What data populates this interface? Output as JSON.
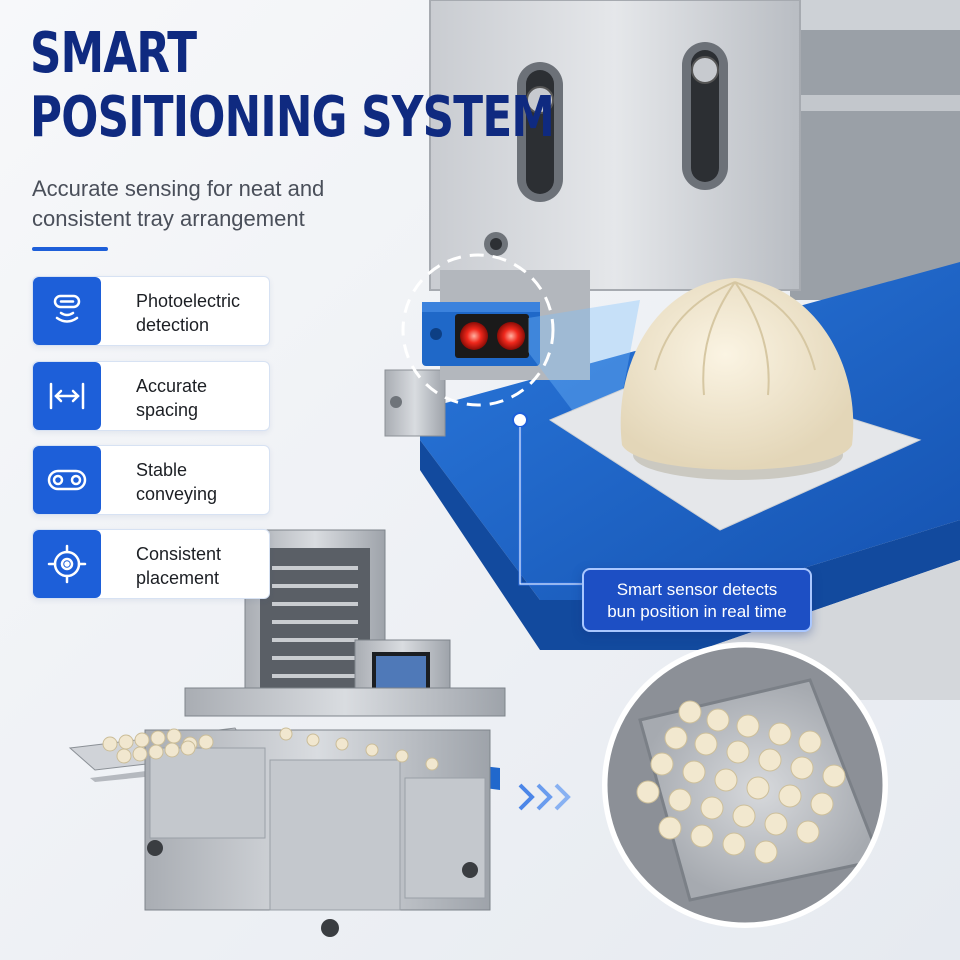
{
  "heading": {
    "line1": "SMART",
    "line2": "POSITIONING SYSTEM",
    "subtitle": "Accurate sensing for neat and consistent tray arrangement"
  },
  "features": [
    {
      "label": "Photoelectric detection",
      "icon": "sensor-wave-icon"
    },
    {
      "label": "Accurate spacing",
      "icon": "spacing-arrows-icon"
    },
    {
      "label": "Stable conveying",
      "icon": "conveyor-belt-icon"
    },
    {
      "label": "Consistent placement",
      "icon": "target-icon"
    }
  ],
  "callout": {
    "line1": "Smart sensor detects",
    "line2": "bun position in real time"
  },
  "colors": {
    "heading": "#0f2a80",
    "accent": "#1d5fd9",
    "sensor_led": "#e8231c",
    "belt": "#1f64c8"
  }
}
